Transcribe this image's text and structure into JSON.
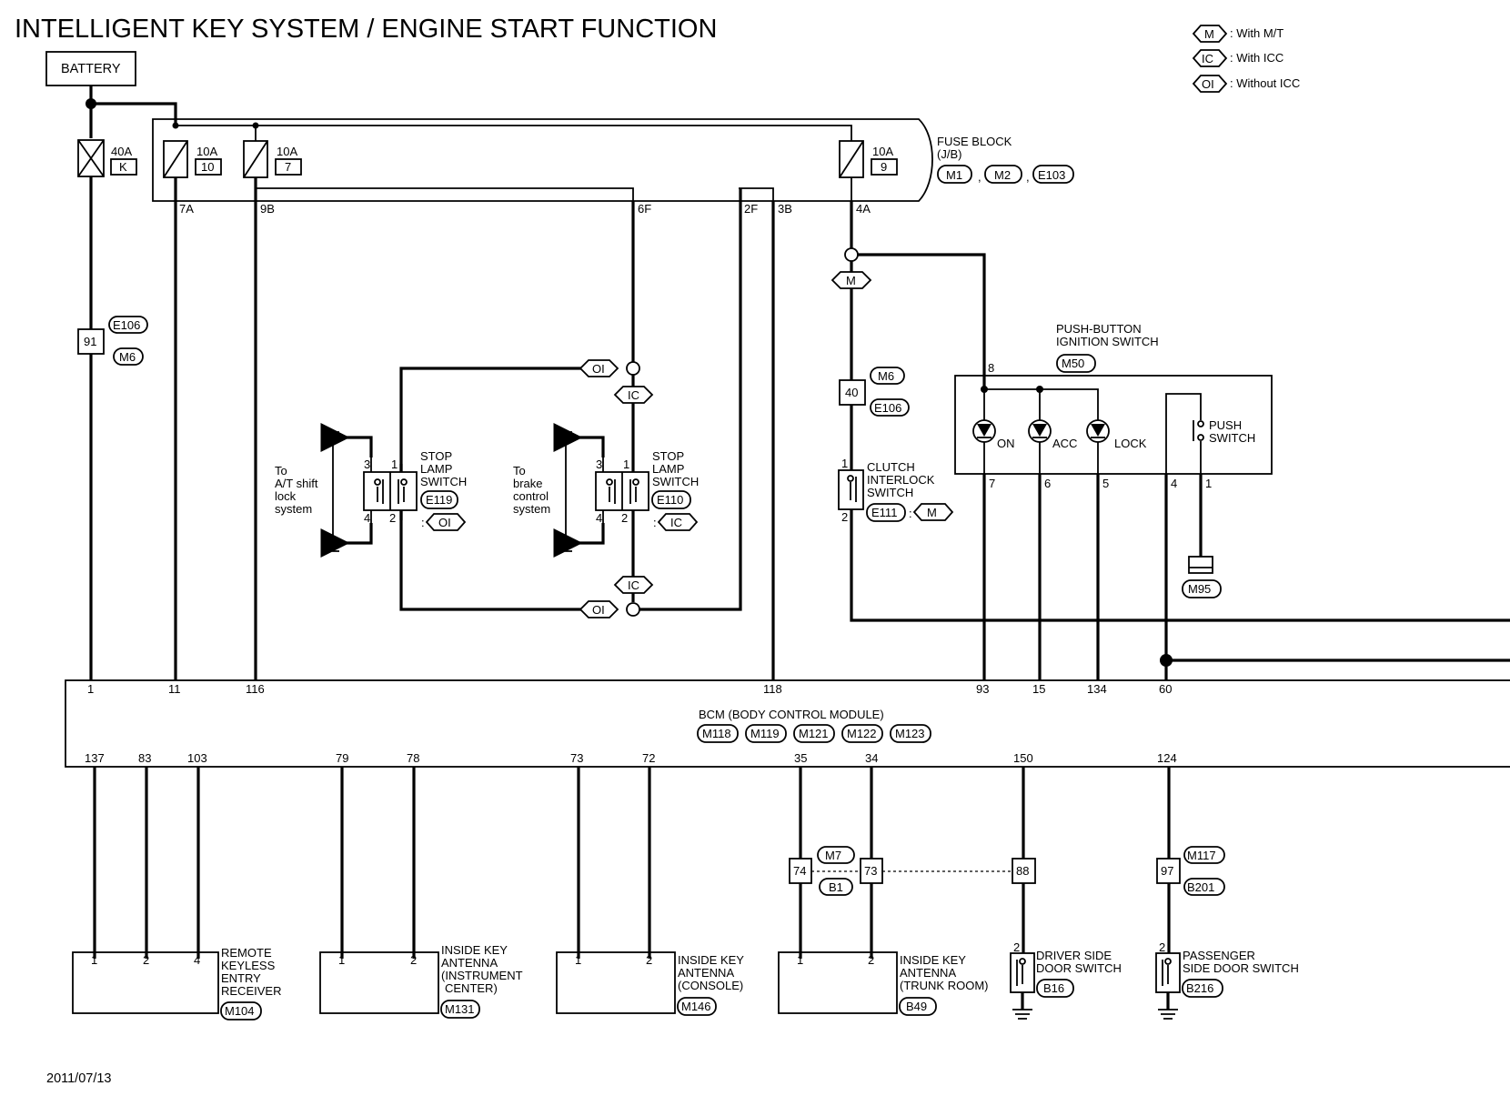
{
  "title": "INTELLIGENT KEY SYSTEM / ENGINE START FUNCTION",
  "date": "2011/07/13",
  "legend": [
    {
      "code": "M",
      "text": ": With M/T"
    },
    {
      "code": "IC",
      "text": ": With ICC"
    },
    {
      "code": "OI",
      "text": ": Without ICC"
    }
  ],
  "battery": "BATTERY",
  "fuse_block": {
    "name": "FUSE BLOCK",
    "sub": "(J/B)",
    "connectors": [
      "M1",
      "M2",
      "E103"
    ],
    "sep": ","
  },
  "fuses": [
    {
      "amp": "40A",
      "id": "K"
    },
    {
      "amp": "10A",
      "id": "10"
    },
    {
      "amp": "10A",
      "id": "7"
    },
    {
      "amp": "10A",
      "id": "9"
    }
  ],
  "fuse_terminals": [
    "7A",
    "9B",
    "6F",
    "2F",
    "3B",
    "4A"
  ],
  "connector_91": {
    "pin": "91",
    "conns": [
      "E106",
      "M6"
    ]
  },
  "connector_40": {
    "pin": "40",
    "conns": [
      "M6",
      "E106"
    ]
  },
  "stop_lamp_1": {
    "l1": "STOP",
    "l2": "LAMP",
    "l3": "SWITCH",
    "conn": "E119",
    "code": "OI",
    "to": [
      "To",
      "A/T shift",
      "lock",
      "system"
    ],
    "pins": [
      "3",
      "1",
      "4",
      "2"
    ]
  },
  "stop_lamp_2": {
    "l1": "STOP",
    "l2": "LAMP",
    "l3": "SWITCH",
    "conn": "E110",
    "code": "IC",
    "to": [
      "To",
      "brake",
      "control",
      "system"
    ],
    "pins": [
      "3",
      "1",
      "4",
      "2"
    ]
  },
  "junction_codes": {
    "oi_top": "OI",
    "ic_top": "IC",
    "ic_bot": "IC",
    "oi_bot": "OI",
    "m_code": "M"
  },
  "clutch": {
    "l1": "CLUTCH",
    "l2": "INTERLOCK",
    "l3": "SWITCH",
    "conn": "E111",
    "code": "M",
    "pins": [
      "1",
      "2"
    ]
  },
  "push_button": {
    "l1": "PUSH-BUTTON",
    "l2": "IGNITION SWITCH",
    "conn": "M50",
    "pin_top": "8",
    "on": "ON",
    "acc": "ACC",
    "lock": "LOCK",
    "push1": "PUSH",
    "push2": "SWITCH",
    "pins": [
      "7",
      "6",
      "5",
      "4",
      "1"
    ],
    "ground_conn": "M95"
  },
  "colon": ":",
  "bcm": {
    "name": "BCM (BODY CONTROL MODULE)",
    "conns": [
      "M118",
      "M119",
      "M121",
      "M122",
      "M123"
    ],
    "top_pins": [
      "1",
      "11",
      "116",
      "118",
      "93",
      "15",
      "134",
      "60"
    ],
    "bottom_pins": [
      "137",
      "83",
      "103",
      "79",
      "78",
      "73",
      "72",
      "35",
      "34",
      "150",
      "124"
    ]
  },
  "inline_conns": {
    "c74": "74",
    "c73": "73",
    "m7": "M7",
    "b1": "B1",
    "c88": "88",
    "c97": "97",
    "m117": "M117",
    "b201": "B201"
  },
  "components": [
    {
      "lines": [
        "REMOTE",
        "KEYLESS",
        "ENTRY",
        "RECEIVER"
      ],
      "conn": "M104",
      "pins": [
        "1",
        "2",
        "4"
      ]
    },
    {
      "lines": [
        "INSIDE KEY",
        "ANTENNA",
        "(INSTRUMENT",
        "CENTER)"
      ],
      "conn": "M131",
      "pins": [
        "1",
        "2"
      ]
    },
    {
      "lines": [
        "INSIDE KEY",
        "ANTENNA",
        "(CONSOLE)"
      ],
      "conn": "M146",
      "pins": [
        "1",
        "2"
      ]
    },
    {
      "lines": [
        "INSIDE KEY",
        "ANTENNA",
        "(TRUNK ROOM)"
      ],
      "conn": "B49",
      "pins": [
        "1",
        "2"
      ]
    }
  ],
  "door_switches": [
    {
      "l1": "DRIVER SIDE",
      "l2": "DOOR SWITCH",
      "conn": "B16",
      "pin": "2"
    },
    {
      "l1": "PASSENGER",
      "l2": "SIDE DOOR SWITCH",
      "conn": "B216",
      "pin": "2"
    }
  ]
}
